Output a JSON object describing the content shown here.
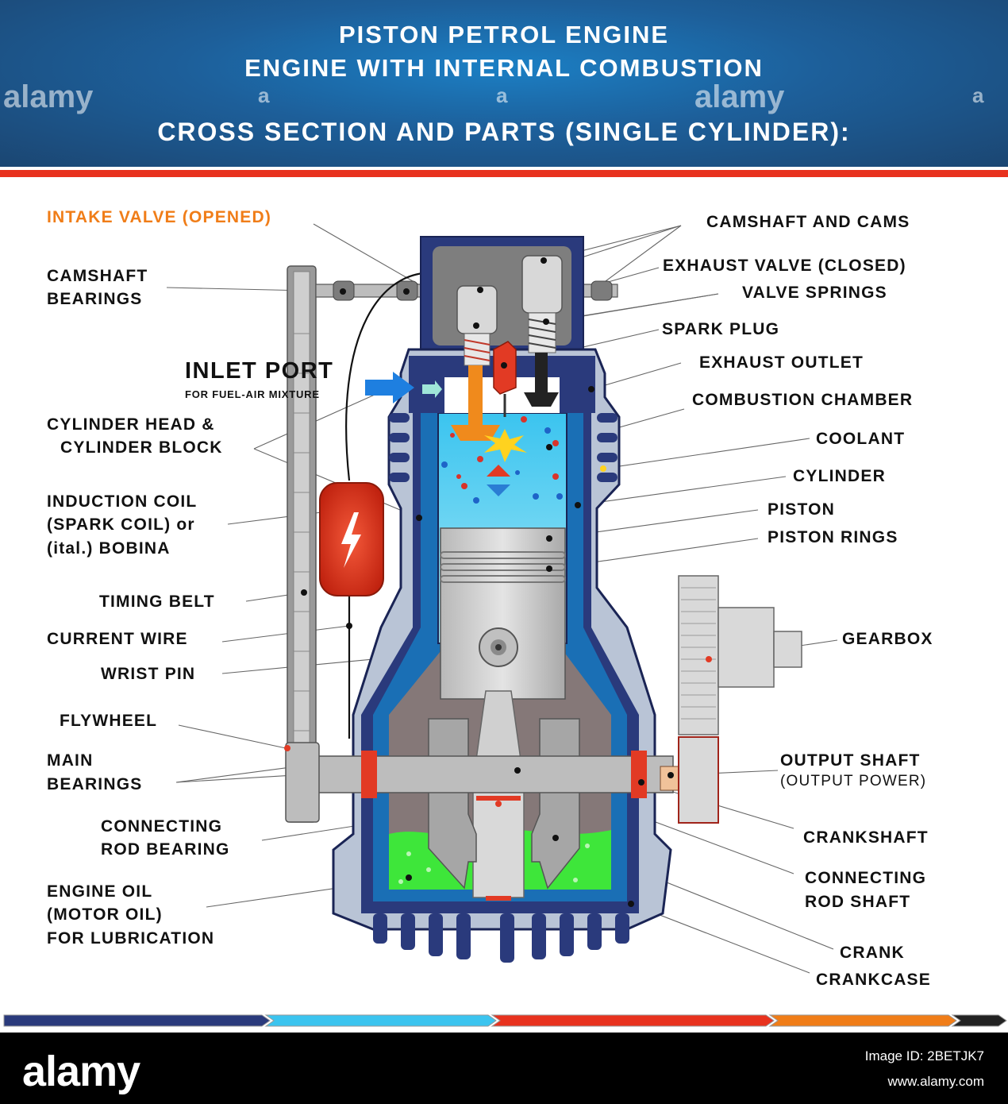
{
  "header": {
    "title_line1": "PISTON PETROL ENGINE",
    "title_line2": "ENGINE WITH INTERNAL COMBUSTION",
    "title_line3": "CROSS SECTION AND PARTS (SINGLE CYLINDER):",
    "watermark": "alamy",
    "watermark_small": "a"
  },
  "colors": {
    "header_blue": "#1b4672",
    "accent_red": "#e8321e",
    "intake_orange": "#f07d18",
    "coolant_blue": "#1a6fb5",
    "oil_green": "#3ee63a",
    "metal_gray": "#c9c9c9"
  },
  "labels_left": {
    "intake_valve": "INTAKE VALVE (OPENED)",
    "camshaft_bearings_1": "CAMSHAFT",
    "camshaft_bearings_2": "BEARINGS",
    "inlet_port": "INLET PORT",
    "inlet_port_sub": "FOR FUEL-AIR MIXTURE",
    "cylinder_head_1": "CYLINDER HEAD &",
    "cylinder_head_2": "CYLINDER BLOCK",
    "induction_coil_1": "INDUCTION COIL",
    "induction_coil_2": "(SPARK COIL) or",
    "induction_coil_3": "(ital.) BOBINA",
    "timing_belt": "TIMING BELT",
    "current_wire": "CURRENT WIRE",
    "wrist_pin": "WRIST PIN",
    "flywheel": "FLYWHEEL",
    "main_bearings_1": "MAIN",
    "main_bearings_2": "BEARINGS",
    "conn_rod_bearing_1": "CONNECTING",
    "conn_rod_bearing_2": "ROD BEARING",
    "engine_oil_1": "ENGINE OIL",
    "engine_oil_2": "(MOTOR OIL)",
    "engine_oil_3": "FOR LUBRICATION"
  },
  "labels_right": {
    "camshaft_cams": "CAMSHAFT AND CAMS",
    "exhaust_valve": "EXHAUST VALVE (CLOSED)",
    "valve_springs": "VALVE SPRINGS",
    "spark_plug": "SPARK PLUG",
    "exhaust_outlet": "EXHAUST OUTLET",
    "combustion_chamber": "COMBUSTION CHAMBER",
    "coolant": "COOLANT",
    "cylinder": "CYLINDER",
    "piston": "PISTON",
    "piston_rings": "PISTON RINGS",
    "gearbox": "GEARBOX",
    "output_shaft": "OUTPUT SHAFT",
    "output_shaft_sub": "(OUTPUT POWER)",
    "crankshaft": "CRANKSHAFT",
    "conn_rod_shaft_1": "CONNECTING",
    "conn_rod_shaft_2": "ROD SHAFT",
    "crank": "CRANK",
    "crankcase": "CRANKCASE"
  },
  "footer": {
    "logo": "alamy",
    "image_id": "Image ID: 2BETJK7",
    "url": "www.alamy.com"
  }
}
